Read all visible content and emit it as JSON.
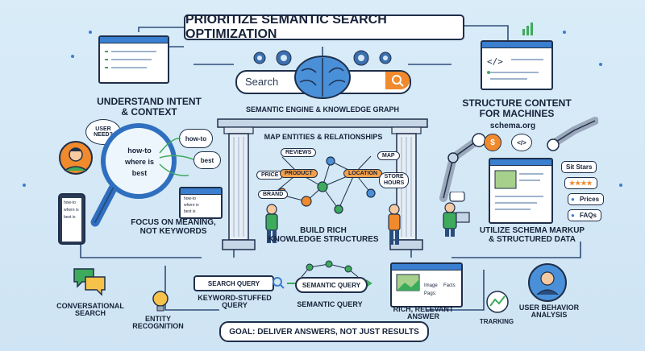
{
  "title": "PRIORITIZE SEMANTIC SEARCH OPTIMIZATION",
  "search": {
    "placeholder": "Search"
  },
  "engine_label": "SEMANTIC ENGINE & KNOWLEDGE GRAPH",
  "left": {
    "heading_1": "UNDERSTAND INTENT",
    "heading_2": "& CONTEXT",
    "bubble_user_1": "USER",
    "bubble_user_2": "NEED?",
    "lens_lines": [
      "how-to",
      "where is",
      "best"
    ],
    "cloud_howto": "how-to",
    "cloud_best": "best",
    "phone_lines": [
      "how-to",
      "where is",
      "best is"
    ],
    "monitor_lines": [
      "how-to",
      "where is",
      "best is"
    ],
    "focus_1": "FOCUS ON MEANING,",
    "focus_2": "NOT KEYWORDS"
  },
  "center": {
    "map_label": "MAP ENTITIES & RELATIONSHIPS",
    "nodes": {
      "reviews": "REVIEWS",
      "price": "PRICE",
      "product": "PRODUCT",
      "brand": "BRAND",
      "location": "LOCATION",
      "map": "MAP",
      "store_hours_1": "STORE",
      "store_hours_2": "HOURS"
    },
    "build_1": "BUILD RICH",
    "build_2": "KNOWLEDGE STRUCTURES"
  },
  "right": {
    "heading_1": "STRUCTURE CONTENT",
    "heading_2": "FOR MACHINES",
    "schema": "schema.org",
    "tags": {
      "stars": "Sit Stars",
      "rating": "★★★★",
      "prices": "Prices",
      "faqs": "FAQs"
    },
    "utilize_1": "UTILIZE SCHEMA MARKUP",
    "utilize_2": "& STRUCTURED DATA"
  },
  "bottom": {
    "conversational_1": "CONVERSATIONAL",
    "conversational_2": "SEARCH",
    "entity_1": "ENTITY",
    "entity_2": "RECOGNITION",
    "search_query": "SEARCH QUERY",
    "keyword_1": "KEYWORD-STUFFED",
    "keyword_2": "QUERY",
    "semantic_query": "SEMANTIC QUERY",
    "semantic_query_caption": "SEMANTIC QUERY",
    "card_image": "Image",
    "card_facts": "Facts",
    "card_pages": "Pags:",
    "rich_1": "RICH, RELEVANT",
    "rich_2": "ANSWER",
    "tracking": "TRARKING",
    "behavior_1": "USER BEHAVIOR",
    "behavior_2": "ANALYSIS",
    "goal": "GOAL: DELIVER ANSWERS, NOT JUST RESULTS"
  },
  "colors": {
    "accent": "#f08a2c",
    "ink": "#1f2f4a",
    "blue": "#3a7fd0",
    "green": "#3daa5c",
    "bg": "#d4e8f6"
  }
}
